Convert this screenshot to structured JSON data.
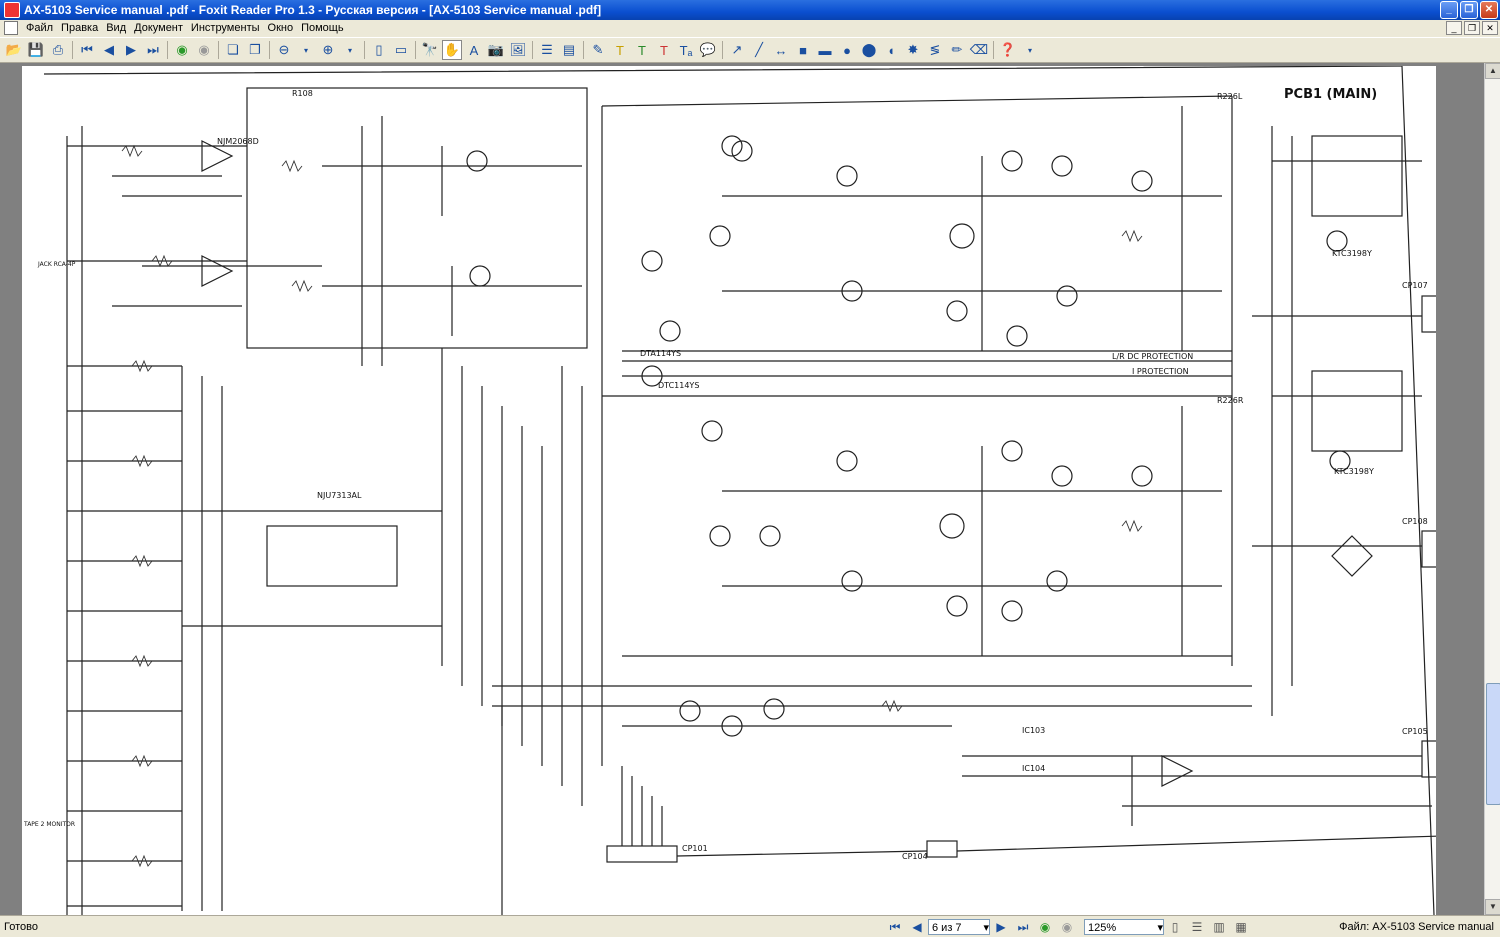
{
  "window": {
    "title": "AX-5103 Service manual .pdf - Foxit Reader Pro 1.3 - Русская версия - [AX-5103 Service manual .pdf]"
  },
  "menu": {
    "items": [
      "Файл",
      "Правка",
      "Вид",
      "Документ",
      "Инструменты",
      "Окно",
      "Помощь"
    ]
  },
  "toolbar": {
    "icons": [
      "open-icon",
      "save-icon",
      "print-icon",
      "first-page-icon",
      "prev-page-icon",
      "next-page-icon",
      "last-page-icon",
      "back-icon",
      "forward-icon",
      "copy-icon",
      "copy-page-icon",
      "zoom-out-icon",
      "zoom-in-icon",
      "single-page-icon",
      "facing-page-icon",
      "find-icon",
      "hand-icon",
      "select-text-icon",
      "snapshot-icon",
      "image-icon",
      "bookmark-icon",
      "thumbnail-icon",
      "note-icon",
      "highlight-icon",
      "underline-icon",
      "strikeout-icon",
      "typewriter-icon",
      "comment-icon",
      "arrow-icon",
      "line-icon",
      "dimension-icon",
      "rectangle-icon",
      "oval-icon",
      "circle-icon",
      "ellipse-icon",
      "cloud-icon",
      "polygon-icon",
      "pencil-icon",
      "eraser-icon",
      "help-icon"
    ]
  },
  "document": {
    "heading": "PCB1 (MAIN)",
    "labels": {
      "ic101": "NJM2068D",
      "ic102": "NJU7313AL",
      "ic103": "IC103",
      "ic104": "IC104",
      "lr_dc": "L/R DC PROTECTION",
      "i_prot": "I PROTECTION",
      "cp107": "CP107",
      "cp108": "CP108",
      "cp105": "CP105",
      "cp101": "CP101",
      "cp104": "CP104",
      "r108": "R108",
      "r226l": "R226L",
      "r226r": "R226R",
      "q152": "DTA114YS",
      "q153": "DTC114YS",
      "q251": "KTC3198Y",
      "q252": "KTC3198Y",
      "tape_mon": "TAPE 2 MONITOR",
      "jack": "JACK RCA-4P"
    }
  },
  "status": {
    "left": "Готово",
    "page": "6 из 7",
    "zoom": "125%",
    "file": "Файл: AX-5103 Service manual"
  }
}
